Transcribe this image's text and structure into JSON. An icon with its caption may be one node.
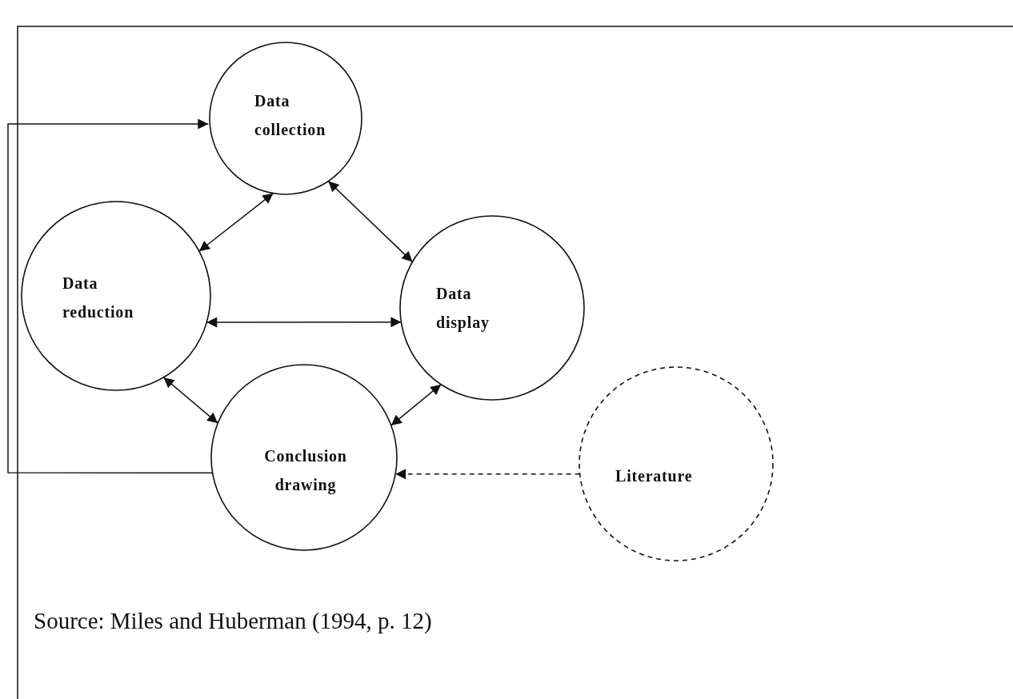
{
  "diagram": {
    "caption": "Source: Miles and Huberman (1994, p. 12)",
    "nodes": [
      {
        "text": [
          "Data collection"
        ]
      },
      {
        "text": [
          "Data reduction"
        ]
      },
      {
        "text": [
          "Data display"
        ]
      },
      {
        "text": [
          "Conclusion drawing"
        ]
      },
      {
        "text": [
          "Literature"
        ]
      }
    ],
    "edges": [
      {
        "from": 1,
        "to": 0,
        "arrow": "both"
      },
      {
        "from": 0,
        "to": 2,
        "arrow": "both"
      },
      {
        "from": 1,
        "to": 2,
        "arrow": "both"
      },
      {
        "from": 1,
        "to": 3,
        "arrow": "both"
      },
      {
        "from": 2,
        "to": 3,
        "arrow": "both"
      },
      {
        "from": 4,
        "to": 3,
        "arrow": "to",
        "style": "dashed"
      },
      {
        "from": 3,
        "to": 0,
        "arrow": "to"
      }
    ]
  }
}
